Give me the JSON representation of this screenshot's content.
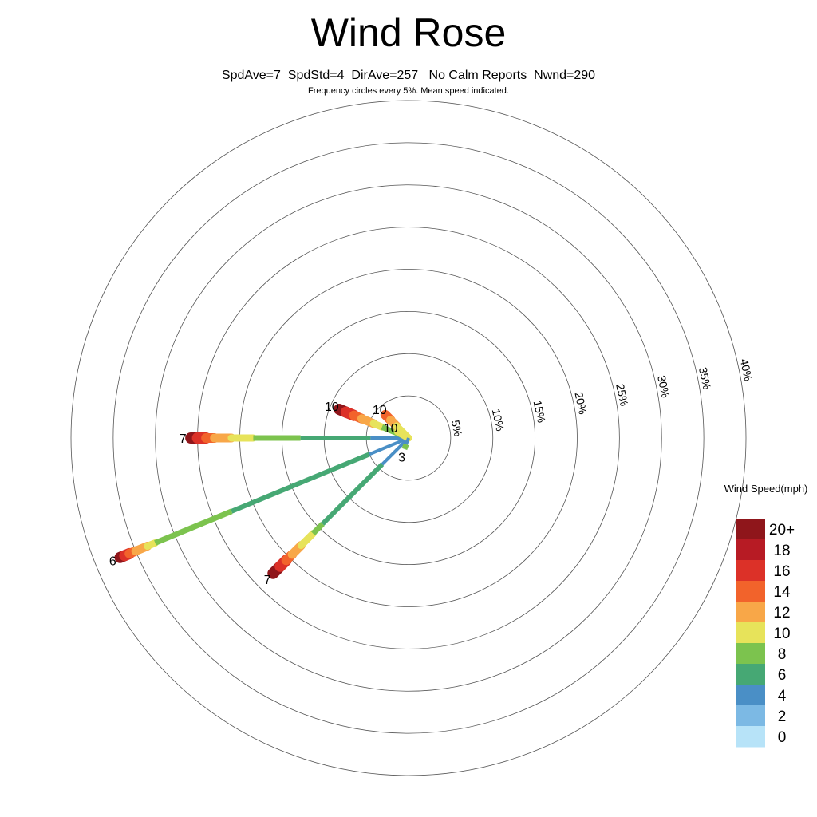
{
  "chart_data": {
    "type": "wind-rose",
    "title": "Wind Rose",
    "subtitle": "SpdAve=7  SpdStd=4  DirAve=257   No Calm Reports  Nwnd=290",
    "note": "Frequency circles every 5%. Mean speed indicated.",
    "rings": [
      5,
      10,
      15,
      20,
      25,
      30,
      35,
      40
    ],
    "ring_labels": [
      "5%",
      "10%",
      "15%",
      "20%",
      "25%",
      "30%",
      "35%",
      "40%"
    ],
    "legend_title": "Wind Speed(mph)",
    "legend": [
      {
        "label": "20+",
        "color": "#8f161b"
      },
      {
        "label": "18",
        "color": "#b71b24"
      },
      {
        "label": "16",
        "color": "#dc3128"
      },
      {
        "label": "14",
        "color": "#f2632b"
      },
      {
        "label": "12",
        "color": "#f8a748"
      },
      {
        "label": "10",
        "color": "#e7e35a"
      },
      {
        "label": "8",
        "color": "#7cc34e"
      },
      {
        "label": "6",
        "color": "#46a874"
      },
      {
        "label": "4",
        "color": "#4a8fc6"
      },
      {
        "label": "2",
        "color": "#7cb9e4"
      },
      {
        "label": "0",
        "color": "#b7e3f8"
      }
    ],
    "spokes": [
      {
        "direction": 270,
        "mean": "7",
        "segments": [
          [
            4,
            4.5
          ],
          [
            6,
            12.8
          ],
          [
            8,
            18.4
          ],
          [
            10,
            21
          ],
          [
            12,
            23
          ],
          [
            14,
            24
          ],
          [
            16,
            25
          ],
          [
            20,
            25.8
          ]
        ]
      },
      {
        "direction": 247.5,
        "mean": "6",
        "segments": [
          [
            4,
            5
          ],
          [
            6,
            22.7
          ],
          [
            8,
            32.5
          ],
          [
            10,
            33.5
          ],
          [
            12,
            35
          ],
          [
            14,
            35.8
          ],
          [
            16,
            36.4
          ],
          [
            20,
            37
          ]
        ]
      },
      {
        "direction": 225,
        "mean": "7",
        "segments": [
          [
            4,
            4.4
          ],
          [
            6,
            14.4
          ],
          [
            8,
            16
          ],
          [
            10,
            18
          ],
          [
            12,
            19.5
          ],
          [
            14,
            20.5
          ],
          [
            16,
            21.5
          ],
          [
            20,
            22.7
          ]
        ]
      },
      {
        "direction": 292.5,
        "mean": "10",
        "segments": [
          [
            8,
            3.4
          ],
          [
            10,
            4.5
          ],
          [
            12,
            6
          ],
          [
            14,
            7
          ],
          [
            16,
            8
          ],
          [
            20,
            8.9
          ]
        ]
      },
      {
        "direction": 315,
        "mean": "10",
        "segments": [
          [
            10,
            2
          ],
          [
            12,
            3
          ],
          [
            14,
            3.9
          ]
        ]
      },
      {
        "direction": 300,
        "mean": "10",
        "segments": [
          [
            10,
            1.5
          ]
        ]
      },
      {
        "direction": 200,
        "mean": "3",
        "segments": [
          [
            4,
            0.8
          ],
          [
            8,
            1.4
          ]
        ]
      }
    ]
  }
}
